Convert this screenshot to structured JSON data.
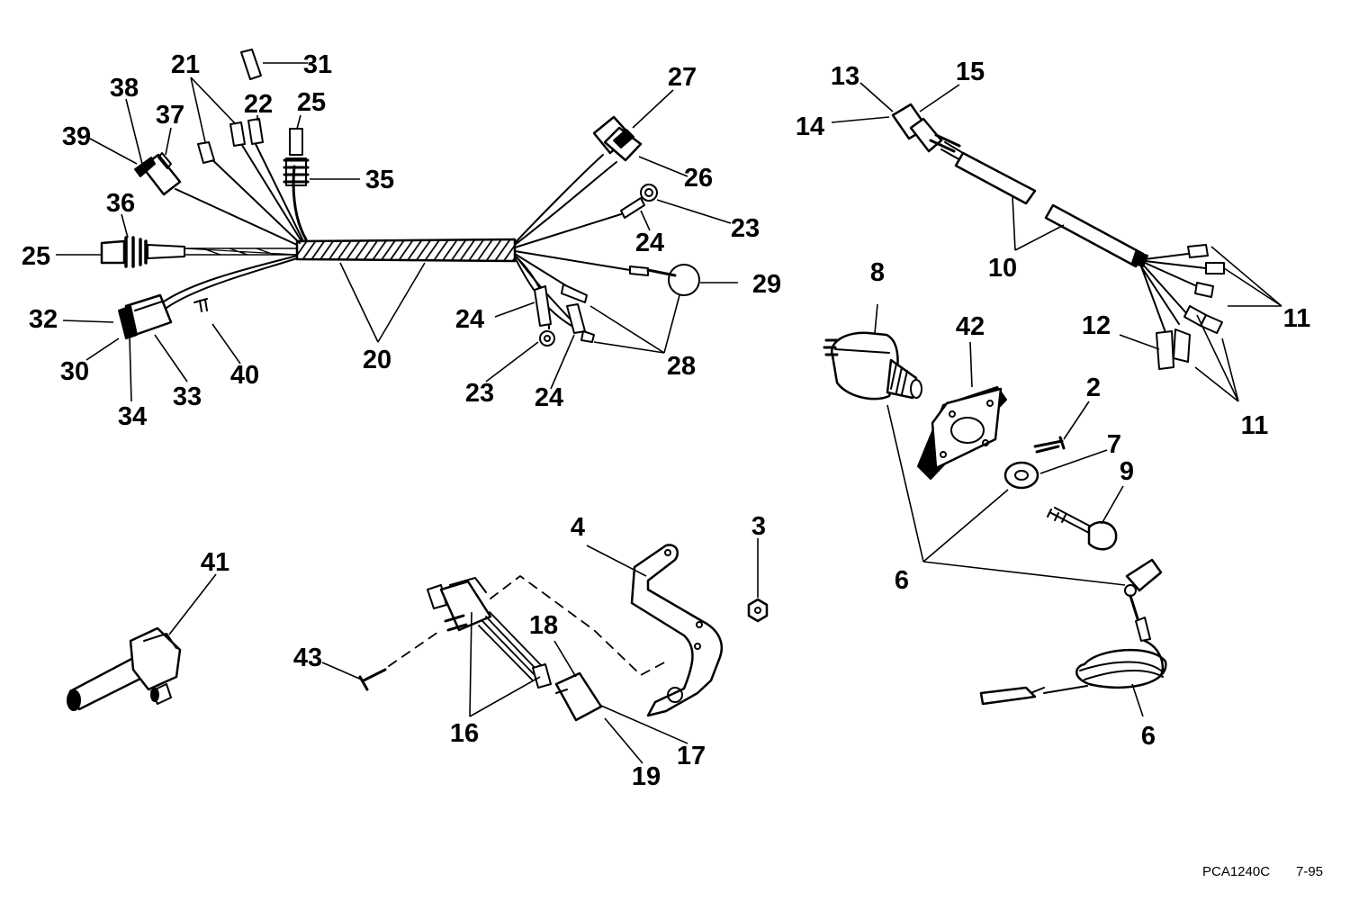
{
  "diagram": {
    "line_color": "#000000",
    "background_color": "#ffffff",
    "callouts": [
      {
        "label": "21"
      },
      {
        "label": "31"
      },
      {
        "label": "38"
      },
      {
        "label": "37"
      },
      {
        "label": "22"
      },
      {
        "label": "25"
      },
      {
        "label": "39"
      },
      {
        "label": "35"
      },
      {
        "label": "36"
      },
      {
        "label": "25"
      },
      {
        "label": "32"
      },
      {
        "label": "30"
      },
      {
        "label": "40"
      },
      {
        "label": "20"
      },
      {
        "label": "33"
      },
      {
        "label": "34"
      },
      {
        "label": "27"
      },
      {
        "label": "26"
      },
      {
        "label": "23"
      },
      {
        "label": "24"
      },
      {
        "label": "29"
      },
      {
        "label": "24"
      },
      {
        "label": "28"
      },
      {
        "label": "23"
      },
      {
        "label": "24"
      },
      {
        "label": "13"
      },
      {
        "label": "15"
      },
      {
        "label": "14"
      },
      {
        "label": "10"
      },
      {
        "label": "11"
      },
      {
        "label": "8"
      },
      {
        "label": "42"
      },
      {
        "label": "12"
      },
      {
        "label": "11"
      },
      {
        "label": "2"
      },
      {
        "label": "7"
      },
      {
        "label": "9"
      },
      {
        "label": "6"
      },
      {
        "label": "6"
      },
      {
        "label": "41"
      },
      {
        "label": "4"
      },
      {
        "label": "3"
      },
      {
        "label": "43"
      },
      {
        "label": "18"
      },
      {
        "label": "16"
      },
      {
        "label": "17"
      },
      {
        "label": "19"
      }
    ]
  },
  "footer": {
    "drawing_code": "PCA1240C",
    "date": "7-95"
  }
}
